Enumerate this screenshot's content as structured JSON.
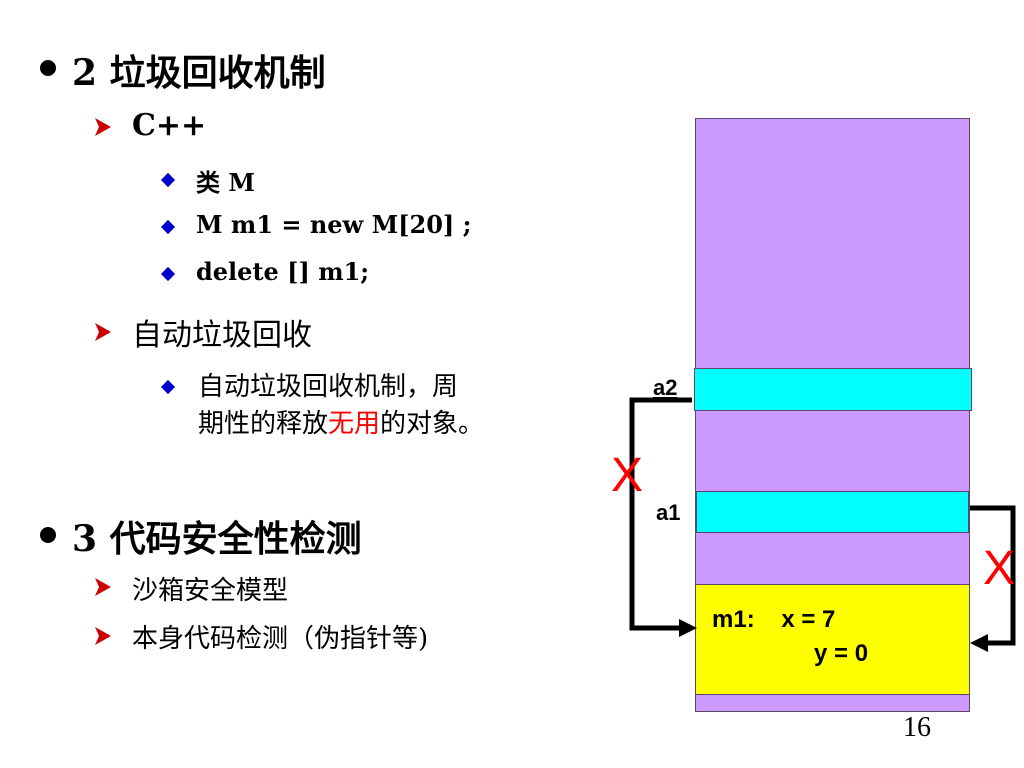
{
  "section2": {
    "title": "2 垃圾回收机制",
    "items": [
      {
        "label": "C++",
        "subitems": [
          "类  M",
          "M  m1 = new  M[20] ;",
          "delete  [] m1;"
        ]
      },
      {
        "label": "自动垃圾回收",
        "desc_line1": "自动垃圾回收机制，周",
        "desc_line2_prefix": "期性的释放",
        "desc_line2_highlight": "无用",
        "desc_line2_suffix": "的对象。"
      }
    ]
  },
  "section3": {
    "title": "3 代码安全性检测",
    "items": [
      "沙箱安全模型",
      "本身代码检测（伪指针等)"
    ]
  },
  "diagram": {
    "label_a2": "a2",
    "label_a1": "a1",
    "x_mark_left": "X",
    "x_mark_right": "X",
    "object_line1": "m1:    x = 7",
    "object_line2": "y = 0"
  },
  "colors": {
    "heap": "#cc99ff",
    "reference": "#00ffff",
    "object": "#ffff00",
    "highlight": "#ff0000",
    "bullet_diamond": "#0000cc",
    "bullet_arrow": "#cc0000"
  },
  "page_number": "16"
}
